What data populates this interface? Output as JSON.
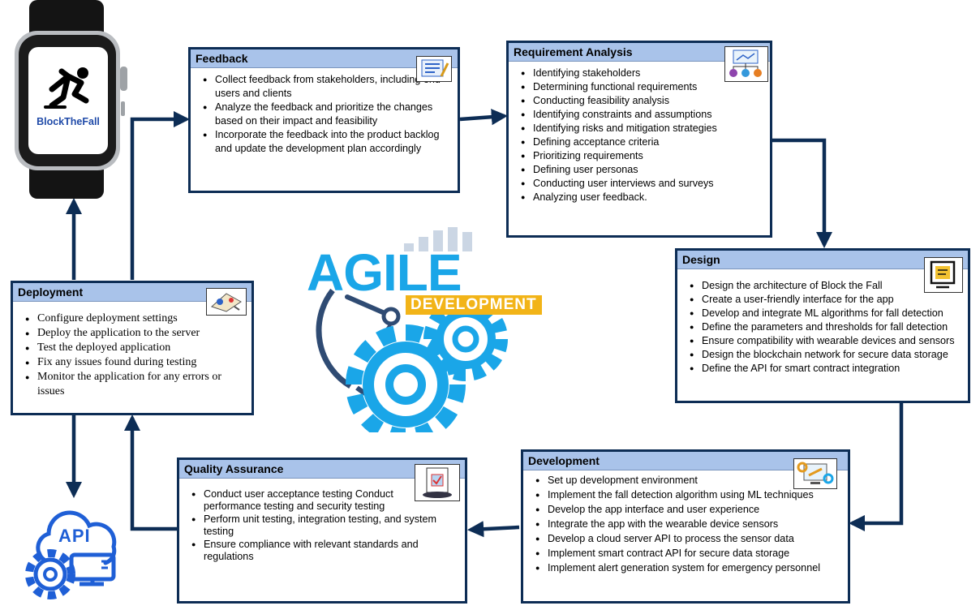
{
  "watch": {
    "app_name": "BlockTheFall"
  },
  "center": {
    "title": "AGILE",
    "subtitle": "DEVELOPMENT"
  },
  "api_label": "API",
  "boxes": {
    "feedback": {
      "title": "Feedback",
      "items": [
        "Collect feedback from stakeholders, including end-users and clients",
        "Analyze the feedback and prioritize the changes based on their impact and feasibility",
        "Incorporate the feedback into the product backlog and update the development plan accordingly"
      ]
    },
    "requirement": {
      "title": "Requirement Analysis",
      "items": [
        "Identifying stakeholders",
        "Determining functional requirements",
        "Conducting feasibility analysis",
        "Identifying constraints and assumptions",
        "Identifying risks and mitigation strategies",
        "Defining acceptance criteria",
        "Prioritizing requirements",
        "Defining user personas",
        "Conducting user interviews and surveys",
        "Analyzing user feedback."
      ]
    },
    "design": {
      "title": "Design",
      "items": [
        "Design the architecture of Block the Fall",
        "Create a user-friendly interface for the app",
        "Develop and integrate ML algorithms for fall detection",
        "Define the parameters and thresholds for fall detection",
        "Ensure compatibility with wearable devices and sensors",
        "Design the blockchain network for secure data storage",
        "Define the API for smart contract integration"
      ]
    },
    "development": {
      "title": "Development",
      "items": [
        "Set up development environment",
        "Implement the fall detection algorithm using ML techniques",
        "Develop the app interface and user experience",
        "Integrate the app with the wearable device sensors",
        "Develop a cloud server API to process the sensor data",
        "Implement smart contract API for secure data storage",
        "Implement alert generation system for emergency personnel"
      ]
    },
    "qa": {
      "title": "Quality Assurance",
      "items": [
        "Conduct user acceptance testing Conduct performance testing and security testing",
        "Perform unit testing, integration testing, and system testing",
        "Ensure compliance with relevant standards and regulations"
      ]
    },
    "deployment": {
      "title": "Deployment",
      "items": [
        "Configure deployment settings",
        "Deploy the application to the server",
        "Test the deployed application",
        "Fix any issues found during testing",
        "Monitor the application for any errors or issues"
      ]
    }
  },
  "colors": {
    "arrow": "#0d2d55",
    "header": "#a9c3ea",
    "agile_blue": "#1aa6e8",
    "agile_gold": "#f2b418",
    "gear_blue": "#1aa6e8",
    "api_blue": "#1f5fd6"
  },
  "icons": [
    "watch-icon",
    "falling-person-icon",
    "feedback-form-icon",
    "requirements-diagram-icon",
    "design-doc-icon",
    "development-tools-icon",
    "quality-assurance-icon",
    "deployment-icon",
    "api-cloud-icon",
    "gear-icon"
  ]
}
